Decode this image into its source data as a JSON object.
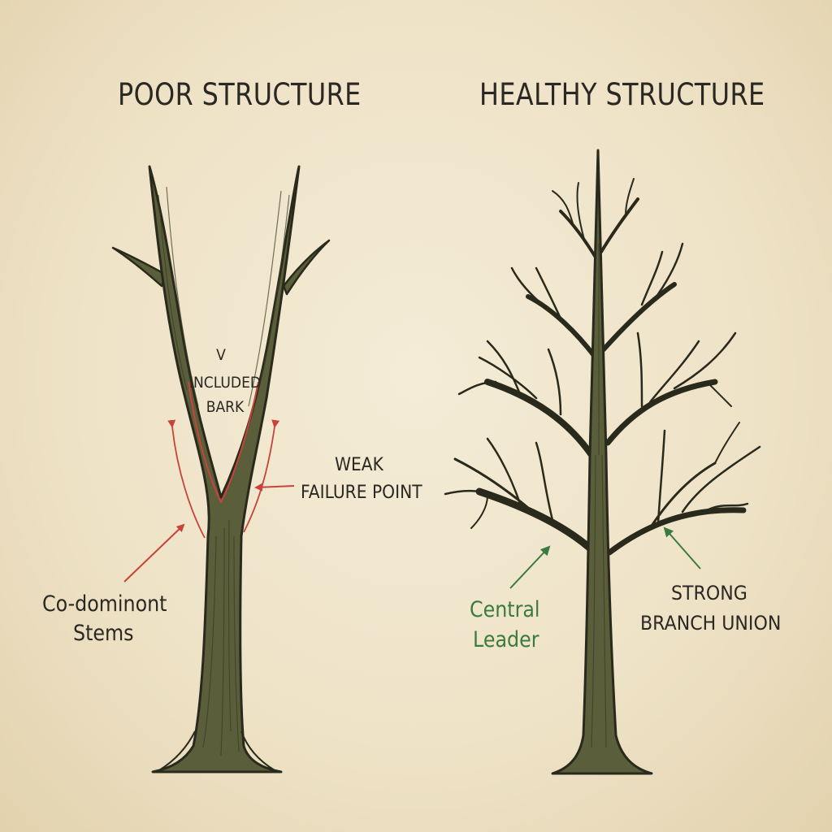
{
  "poor": {
    "title": "POOR STRUCTURE",
    "label_v": "V",
    "label_bark": [
      "INCLUDED",
      "BARK"
    ],
    "label_weak": [
      "WEAK",
      "FAILURE POINT"
    ],
    "label_stems": [
      "Co-dominont",
      "Stems"
    ]
  },
  "healthy": {
    "title": "HEALTHY STRUCTURE",
    "label_leader": [
      "Central",
      "Leader"
    ],
    "label_union": [
      "STRONG",
      "BRANCH UNION"
    ]
  },
  "colors": {
    "background": "#efe4cb",
    "bark": "#5a5e3b",
    "bark_outline": "#2a2a1c",
    "warning_red": "#c8433a",
    "healthy_green": "#3b7a3f",
    "text": "#2b2823"
  }
}
